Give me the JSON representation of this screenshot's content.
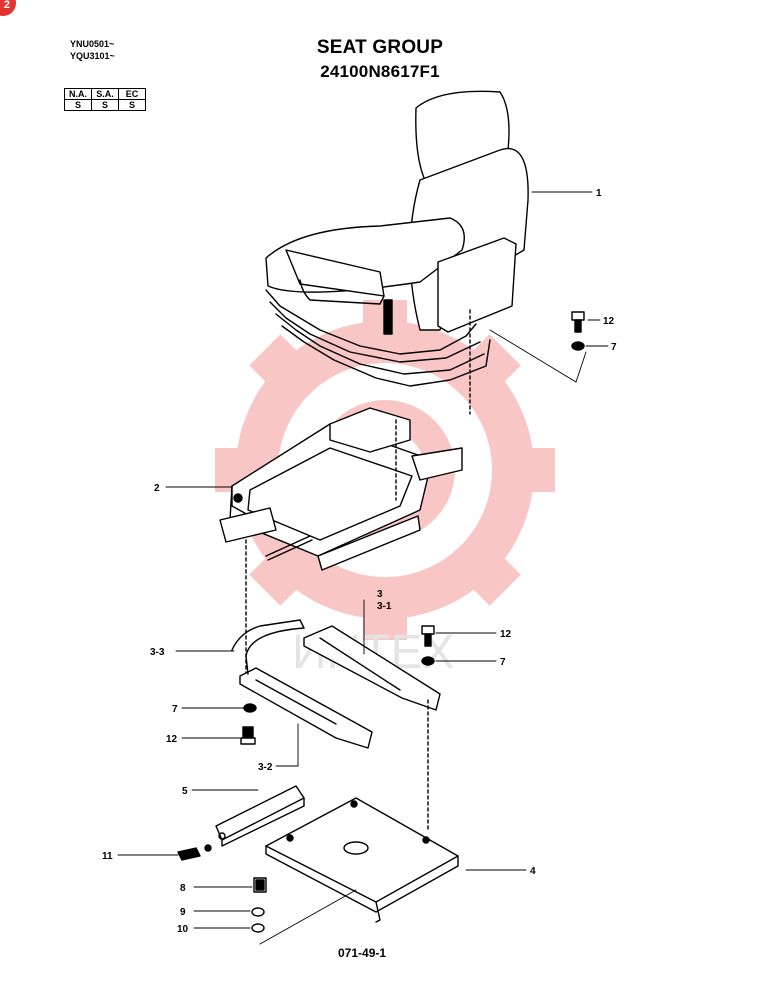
{
  "badge": "2",
  "serials": [
    "YNU0501~",
    "YQU3101~"
  ],
  "title": "SEAT GROUP",
  "part_number": "24100N8617F1",
  "region_table": {
    "headers": [
      "N.A.",
      "S.A.",
      "EC"
    ],
    "values": [
      "S",
      "S",
      "S"
    ]
  },
  "watermark": "ИНТЕХ",
  "callouts": [
    "1",
    "12",
    "7",
    "2",
    "3",
    "3-1",
    "3-3",
    "12",
    "7",
    "7",
    "12",
    "3-2",
    "5",
    "11",
    "4",
    "8",
    "9",
    "10"
  ],
  "figure_number": "071-49-1",
  "colors": {
    "watermark": "#f7b3b3",
    "ink": "#000000",
    "badge": "#e3342f"
  }
}
